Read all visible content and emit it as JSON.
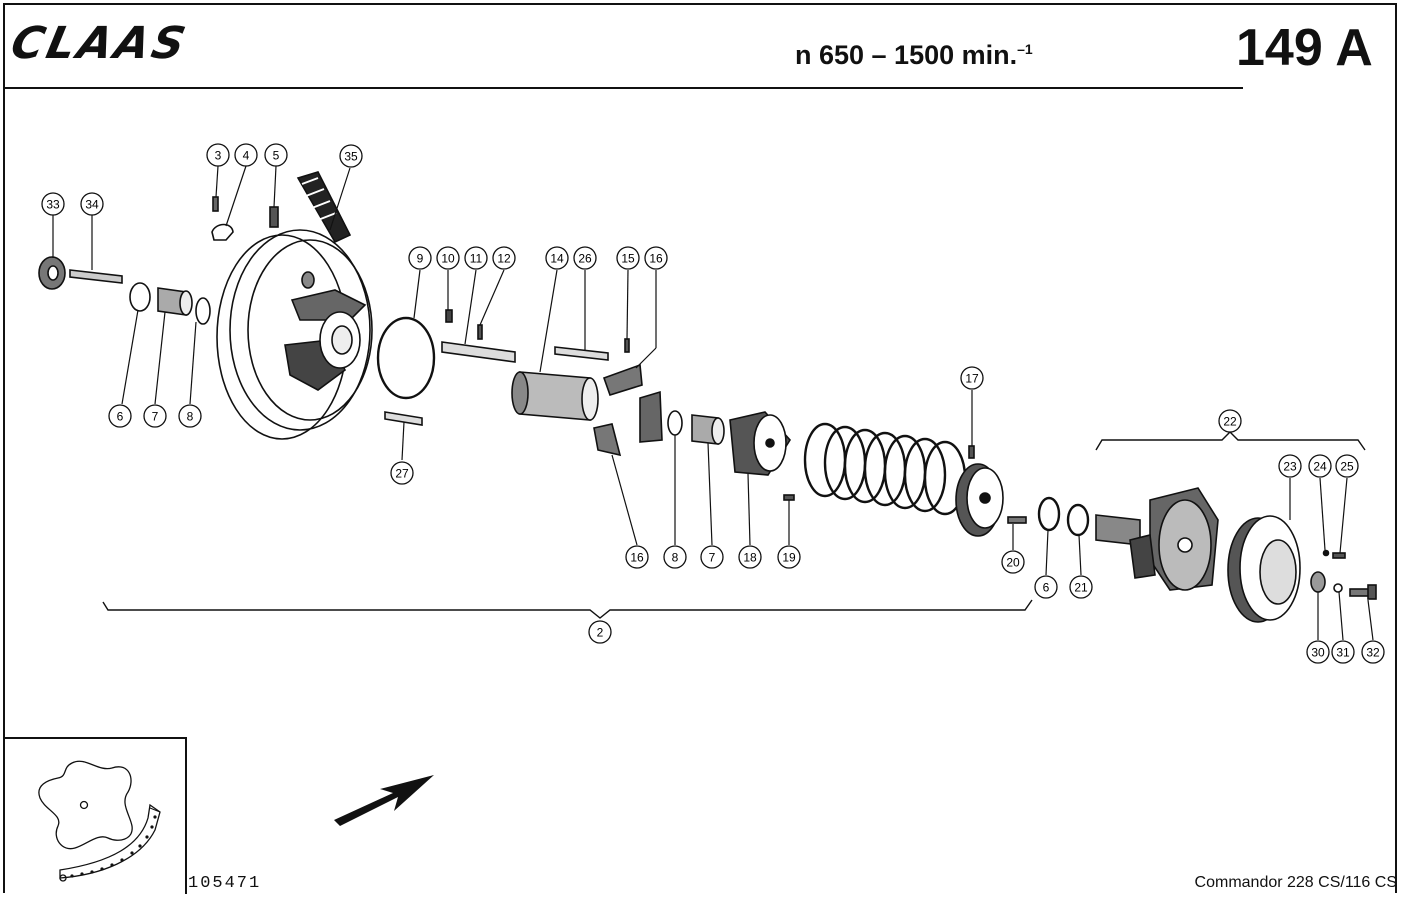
{
  "header": {
    "brand": "CLAAS",
    "speed_text": "n  650 – 1500 min.",
    "speed_superscript": "–1",
    "page_number": "149 A"
  },
  "footer": {
    "drawing_number": "105471",
    "model": "Commandor  228 CS/116 CS"
  },
  "callouts": [
    {
      "id": "c3",
      "label": "3"
    },
    {
      "id": "c4",
      "label": "4"
    },
    {
      "id": "c5",
      "label": "5"
    },
    {
      "id": "c35",
      "label": "35"
    },
    {
      "id": "c33",
      "label": "33"
    },
    {
      "id": "c34",
      "label": "34"
    },
    {
      "id": "c6a",
      "label": "6"
    },
    {
      "id": "c7a",
      "label": "7"
    },
    {
      "id": "c8a",
      "label": "8"
    },
    {
      "id": "c9",
      "label": "9"
    },
    {
      "id": "c10",
      "label": "10"
    },
    {
      "id": "c11",
      "label": "11"
    },
    {
      "id": "c12",
      "label": "12"
    },
    {
      "id": "c27",
      "label": "27"
    },
    {
      "id": "c14",
      "label": "14"
    },
    {
      "id": "c26",
      "label": "26"
    },
    {
      "id": "c15",
      "label": "15"
    },
    {
      "id": "c16a",
      "label": "16"
    },
    {
      "id": "c16b",
      "label": "16"
    },
    {
      "id": "c8b",
      "label": "8"
    },
    {
      "id": "c7b",
      "label": "7"
    },
    {
      "id": "c18",
      "label": "18"
    },
    {
      "id": "c19",
      "label": "19"
    },
    {
      "id": "c17",
      "label": "17"
    },
    {
      "id": "c20",
      "label": "20"
    },
    {
      "id": "c6b",
      "label": "6"
    },
    {
      "id": "c21",
      "label": "21"
    },
    {
      "id": "c22",
      "label": "22"
    },
    {
      "id": "c23",
      "label": "23"
    },
    {
      "id": "c24",
      "label": "24"
    },
    {
      "id": "c25",
      "label": "25"
    },
    {
      "id": "c30",
      "label": "30"
    },
    {
      "id": "c31",
      "label": "31"
    },
    {
      "id": "c32",
      "label": "32"
    },
    {
      "id": "c2",
      "label": "2"
    }
  ]
}
